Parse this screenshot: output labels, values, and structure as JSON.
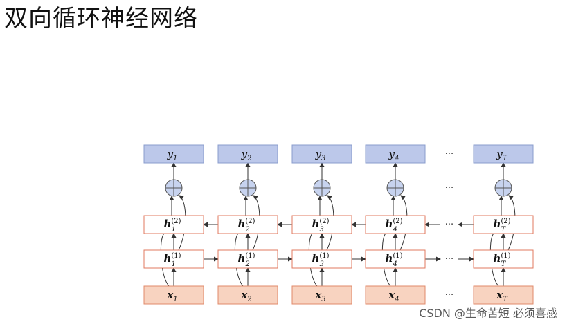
{
  "title": "双向循环神经网络",
  "watermark": "CSDN @生命苦短 必须喜感",
  "ellipsis": "···",
  "columns": [
    {
      "y_base": "y",
      "y_sub": "1",
      "h_base": "h",
      "h_sub": "1",
      "x_base": "x",
      "x_sub": "1"
    },
    {
      "y_base": "y",
      "y_sub": "2",
      "h_base": "h",
      "h_sub": "2",
      "x_base": "x",
      "x_sub": "2"
    },
    {
      "y_base": "y",
      "y_sub": "3",
      "h_base": "h",
      "h_sub": "3",
      "x_base": "x",
      "x_sub": "3"
    },
    {
      "y_base": "y",
      "y_sub": "4",
      "h_base": "h",
      "h_sub": "4",
      "x_base": "x",
      "x_sub": "4"
    },
    {
      "y_base": "y",
      "y_sub": "T",
      "h_base": "h",
      "h_sub": "T",
      "x_base": "x",
      "x_sub": "T"
    }
  ],
  "sup_backward": "(2)",
  "sup_forward": "(1)",
  "colors": {
    "output_fill": "#bcc8ea",
    "output_stroke": "#8a9ccc",
    "hidden_stroke": "#e07a5f",
    "input_fill": "#f8d3c0",
    "input_stroke": "#e08a6a",
    "circle_fill": "#c7d3ef",
    "arrow": "#333333"
  }
}
